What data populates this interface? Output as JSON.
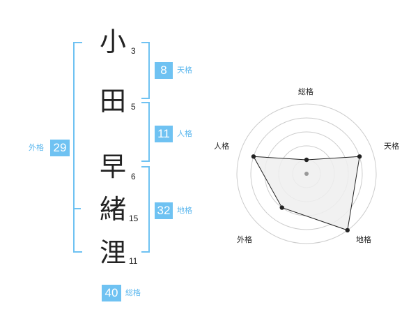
{
  "name": {
    "characters": [
      {
        "char": "小",
        "strokes": "3"
      },
      {
        "char": "田",
        "strokes": "5"
      },
      {
        "char": "早",
        "strokes": "6"
      },
      {
        "char": "緒",
        "strokes": "15"
      },
      {
        "char": "浬",
        "strokes": "11"
      }
    ]
  },
  "fortune": {
    "tenkaku": {
      "value": "8",
      "label": "天格"
    },
    "jinkaku": {
      "value": "11",
      "label": "人格"
    },
    "chikaku": {
      "value": "32",
      "label": "地格"
    },
    "gaikaku": {
      "value": "29",
      "label": "外格"
    },
    "soukaku": {
      "value": "40",
      "label": "総格"
    }
  },
  "chart_data": {
    "type": "radar",
    "axes": [
      "総格",
      "天格",
      "地格",
      "外格",
      "人格"
    ],
    "values": [
      1,
      4,
      5,
      3,
      4
    ],
    "max": 5,
    "rings": 5,
    "colors": {
      "fill": "#eeeeee",
      "line": "#222222",
      "ring": "#cccccc",
      "center": "#999999"
    }
  }
}
